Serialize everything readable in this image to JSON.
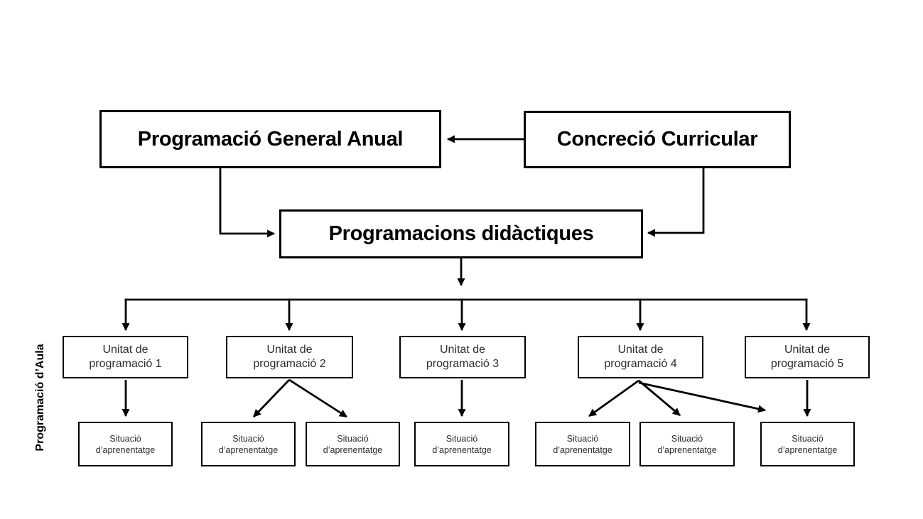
{
  "diagram": {
    "side_label": "Programació d’Aula",
    "nodes": {
      "pga": {
        "id": "pga",
        "label": "Programació General Anual"
      },
      "cc": {
        "id": "cc",
        "label": "Concreció Curricular"
      },
      "pd": {
        "id": "pd",
        "label": "Programacions didàctiques"
      }
    },
    "units": [
      {
        "id": "u1",
        "line1": "Unitat de",
        "line2": "programació 1"
      },
      {
        "id": "u2",
        "line1": "Unitat de",
        "line2": "programació 2"
      },
      {
        "id": "u3",
        "line1": "Unitat de",
        "line2": "programació 3"
      },
      {
        "id": "u4",
        "line1": "Unitat de",
        "line2": "programació 4"
      },
      {
        "id": "u5",
        "line1": "Unitat de",
        "line2": "programació 5"
      }
    ],
    "situacio_label": {
      "line1": "Situació",
      "line2": "d’aprenentatge"
    },
    "situacions": [
      {
        "id": "s1"
      },
      {
        "id": "s2"
      },
      {
        "id": "s3"
      },
      {
        "id": "s4"
      },
      {
        "id": "s5"
      },
      {
        "id": "s6"
      },
      {
        "id": "s7"
      }
    ],
    "edges": [
      {
        "from": "cc",
        "to": "pga"
      },
      {
        "from": "pga",
        "to": "pd"
      },
      {
        "from": "cc",
        "to": "pd"
      },
      {
        "from": "pd",
        "to": "u1"
      },
      {
        "from": "pd",
        "to": "u2"
      },
      {
        "from": "pd",
        "to": "u3"
      },
      {
        "from": "pd",
        "to": "u4"
      },
      {
        "from": "pd",
        "to": "u5"
      },
      {
        "from": "u1",
        "to": "s1"
      },
      {
        "from": "u2",
        "to": "s2"
      },
      {
        "from": "u2",
        "to": "s3"
      },
      {
        "from": "u3",
        "to": "s4"
      },
      {
        "from": "u4",
        "to": "s5"
      },
      {
        "from": "u4",
        "to": "s6"
      },
      {
        "from": "u4",
        "to": "s7"
      },
      {
        "from": "u5",
        "to": "s7"
      }
    ],
    "colors": {
      "line": "#000000",
      "text_primary": "#000000",
      "text_secondary": "#2d2d2d",
      "background": "#ffffff"
    }
  }
}
